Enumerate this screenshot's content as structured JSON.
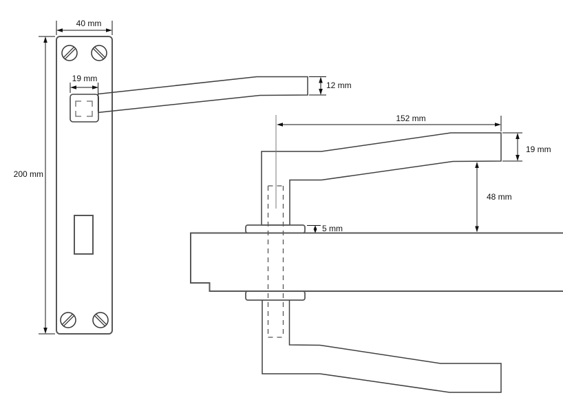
{
  "drawing": {
    "labels": {
      "plate_width": "40 mm",
      "boss_width": "19 mm",
      "plate_height": "200 mm",
      "lever_thickness_front": "12 mm",
      "lever_length": "152 mm",
      "lever_depth": "19 mm",
      "handle_clearance": "48 mm",
      "rose_thickness": "5 mm"
    }
  }
}
